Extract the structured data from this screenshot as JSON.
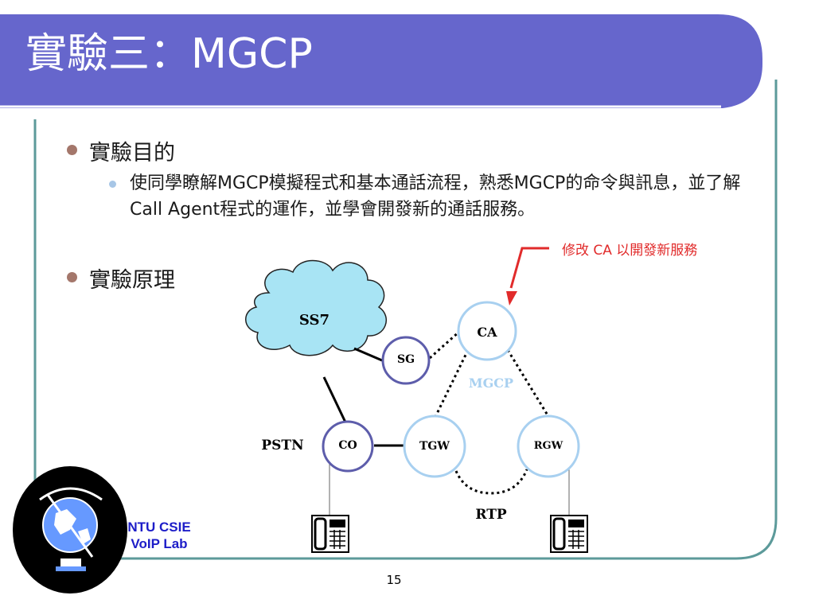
{
  "slide": {
    "title": "實驗三：MGCP",
    "page_number": "15"
  },
  "bullets": [
    {
      "label": "實驗目的",
      "sub": "使同學瞭解MGCP模擬程式和基本通話流程，熟悉MGCP的命令與訊息，並了解Call Agent程式的運作，並學會開發新的通話服務。"
    },
    {
      "label": "實驗原理"
    }
  ],
  "diagram": {
    "annotation": "修改 CA 以開發新服務",
    "nodes": {
      "ss7": "SS7",
      "sg": "SG",
      "ca": "CA",
      "co": "CO",
      "tgw": "TGW",
      "rgw": "RGW"
    },
    "labels": {
      "mgcp": "MGCP",
      "pstn": "PSTN",
      "rtp": "RTP"
    },
    "colors": {
      "cloud_fill": "#a8e4f4",
      "node_blue_border": "#a8d0f0",
      "node_purple_border": "#5d5dab",
      "mgcp_label": "#a8d0f0",
      "arrow": "#e12b2b"
    }
  },
  "logo": {
    "line1": "NTU CSIE",
    "line2": "VoIP Lab"
  },
  "theme": {
    "title_bar": "#6666cc",
    "frame": "#5c9a9a"
  }
}
